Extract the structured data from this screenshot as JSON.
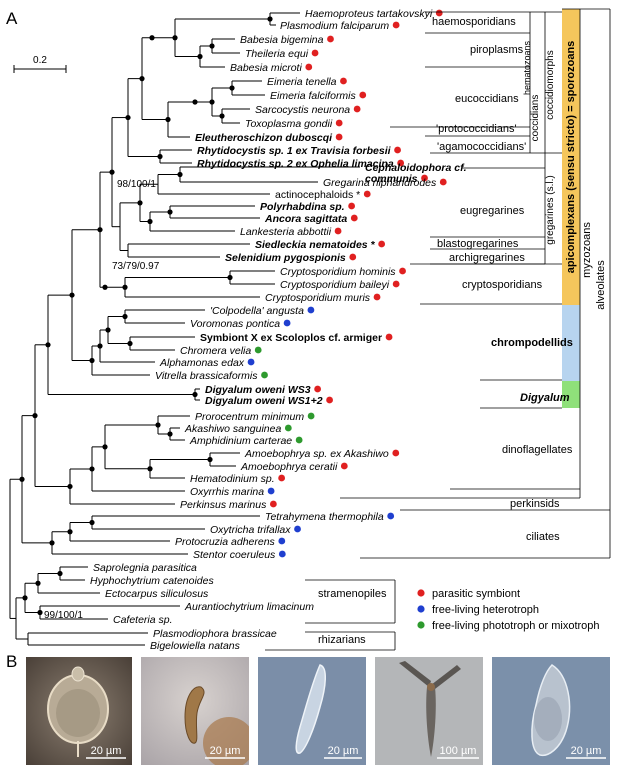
{
  "panels": {
    "a": "A",
    "b": "B"
  },
  "scale_bar": "0.2",
  "support_labels": {
    "s1": "98/100/1",
    "s2": "73/79/0.97",
    "s3": "99/100/1"
  },
  "taxa": [
    {
      "id": "t1",
      "text": "Haemoproteus tartakovskyi",
      "italic": true,
      "bold": false,
      "dot": "#e02020"
    },
    {
      "id": "t2",
      "text": "Plasmodium falciparum",
      "italic": true,
      "bold": false,
      "dot": "#e02020"
    },
    {
      "id": "t3",
      "text": "Babesia bigemina",
      "italic": true,
      "bold": false,
      "dot": "#e02020"
    },
    {
      "id": "t4",
      "text": "Theileria equi",
      "italic": true,
      "bold": false,
      "dot": "#e02020"
    },
    {
      "id": "t5",
      "text": "Babesia microti",
      "italic": true,
      "bold": false,
      "dot": "#e02020"
    },
    {
      "id": "t6",
      "text": "Eimeria tenella",
      "italic": true,
      "bold": false,
      "dot": "#e02020"
    },
    {
      "id": "t7",
      "text": "Eimeria falciformis",
      "italic": true,
      "bold": false,
      "dot": "#e02020"
    },
    {
      "id": "t8",
      "text": "Sarcocystis neurona",
      "italic": true,
      "bold": false,
      "dot": "#e02020"
    },
    {
      "id": "t9",
      "text": "Toxoplasma gondii",
      "italic": true,
      "bold": false,
      "dot": "#e02020"
    },
    {
      "id": "t10",
      "text": "Eleutheroschizon duboscqi",
      "italic": true,
      "bold": true,
      "dot": "#e02020"
    },
    {
      "id": "t11",
      "text": "Rhytidocystis sp. 1 ex Travisia forbesii",
      "italic": true,
      "bold": true,
      "dot": "#e02020"
    },
    {
      "id": "t12",
      "text": "Rhytidocystis sp. 2 ex Ophelia limacina",
      "italic": true,
      "bold": true,
      "dot": "#e02020"
    },
    {
      "id": "t13",
      "text": "Cephaloidophora cf.",
      "italic": true,
      "bold": true,
      "dot": ""
    },
    {
      "id": "t13b",
      "text": "communis",
      "italic": true,
      "bold": true,
      "dot": "#e02020"
    },
    {
      "id": "t14",
      "text": "Gregarina niphandrodes",
      "italic": true,
      "bold": false,
      "dot": "#e02020"
    },
    {
      "id": "t15",
      "text": "actinocephaloids *",
      "italic": false,
      "bold": false,
      "dot": "#e02020"
    },
    {
      "id": "t16",
      "text": "Polyrhabdina sp.",
      "italic": true,
      "bold": true,
      "dot": "#e02020"
    },
    {
      "id": "t17",
      "text": "Ancora sagittata",
      "italic": true,
      "bold": true,
      "dot": "#e02020"
    },
    {
      "id": "t18",
      "text": "Lankesteria abbottii",
      "italic": true,
      "bold": false,
      "dot": "#e02020"
    },
    {
      "id": "t19",
      "text": "Siedleckia nematoides *",
      "italic": true,
      "bold": true,
      "dot": "#e02020"
    },
    {
      "id": "t20",
      "text": "Selenidium pygospionis",
      "italic": true,
      "bold": true,
      "dot": "#e02020"
    },
    {
      "id": "t21",
      "text": "Cryptosporidium hominis",
      "italic": true,
      "bold": false,
      "dot": "#e02020"
    },
    {
      "id": "t22",
      "text": "Cryptosporidium baileyi",
      "italic": true,
      "bold": false,
      "dot": "#e02020"
    },
    {
      "id": "t23",
      "text": "Cryptosporidium muris",
      "italic": true,
      "bold": false,
      "dot": "#e02020"
    },
    {
      "id": "t24",
      "text": "'Colpodella' angusta",
      "italic": true,
      "bold": false,
      "dot": "#1f3fcf"
    },
    {
      "id": "t25",
      "text": "Voromonas pontica",
      "italic": true,
      "bold": false,
      "dot": "#1f3fcf"
    },
    {
      "id": "t26",
      "text": "Symbiont X ex Scoloplos cf. armiger",
      "italic": false,
      "bold": true,
      "dot": "#e02020"
    },
    {
      "id": "t27",
      "text": "Chromera velia",
      "italic": true,
      "bold": false,
      "dot": "#2e9a2e"
    },
    {
      "id": "t28",
      "text": "Alphamonas edax",
      "italic": true,
      "bold": false,
      "dot": "#1f3fcf"
    },
    {
      "id": "t29",
      "text": "Vitrella brassicaformis",
      "italic": true,
      "bold": false,
      "dot": "#2e9a2e"
    },
    {
      "id": "t30",
      "text": "Digyalum oweni WS3",
      "italic": true,
      "bold": true,
      "dot": "#e02020"
    },
    {
      "id": "t31",
      "text": "Digyalum oweni WS1+2",
      "italic": true,
      "bold": true,
      "dot": "#e02020"
    },
    {
      "id": "t32",
      "text": "Prorocentrum minimum",
      "italic": true,
      "bold": false,
      "dot": "#2e9a2e"
    },
    {
      "id": "t33",
      "text": "Akashiwo sanguinea",
      "italic": true,
      "bold": false,
      "dot": "#2e9a2e"
    },
    {
      "id": "t34",
      "text": "Amphidinium carterae",
      "italic": true,
      "bold": false,
      "dot": "#2e9a2e"
    },
    {
      "id": "t35",
      "text": "Amoebophrya sp. ex Akashiwo",
      "italic": true,
      "bold": false,
      "dot": "#e02020"
    },
    {
      "id": "t36",
      "text": "Amoebophrya ceratii",
      "italic": true,
      "bold": false,
      "dot": "#e02020"
    },
    {
      "id": "t37",
      "text": "Hematodinium sp.",
      "italic": true,
      "bold": false,
      "dot": "#e02020"
    },
    {
      "id": "t38",
      "text": "Oxyrrhis marina",
      "italic": true,
      "bold": false,
      "dot": "#1f3fcf"
    },
    {
      "id": "t39",
      "text": "Perkinsus marinus",
      "italic": true,
      "bold": false,
      "dot": "#e02020"
    },
    {
      "id": "t40",
      "text": "Tetrahymena thermophila",
      "italic": true,
      "bold": false,
      "dot": "#1f3fcf"
    },
    {
      "id": "t41",
      "text": "Oxytricha trifallax",
      "italic": true,
      "bold": false,
      "dot": "#1f3fcf"
    },
    {
      "id": "t42",
      "text": "Protocruzia adherens",
      "italic": true,
      "bold": false,
      "dot": "#1f3fcf"
    },
    {
      "id": "t43",
      "text": "Stentor coeruleus",
      "italic": true,
      "bold": false,
      "dot": "#1f3fcf"
    },
    {
      "id": "t44",
      "text": "Saprolegnia parasitica",
      "italic": true,
      "bold": false,
      "dot": ""
    },
    {
      "id": "t45",
      "text": "Hyphochytrium catenoides",
      "italic": true,
      "bold": false,
      "dot": ""
    },
    {
      "id": "t46",
      "text": "Ectocarpus siliculosus",
      "italic": true,
      "bold": false,
      "dot": ""
    },
    {
      "id": "t47",
      "text": "Aurantiochytrium limacinum",
      "italic": true,
      "bold": false,
      "dot": ""
    },
    {
      "id": "t48",
      "text": "Cafeteria sp.",
      "italic": true,
      "bold": false,
      "dot": ""
    },
    {
      "id": "t49",
      "text": "Plasmodiophora brassicae",
      "italic": true,
      "bold": false,
      "dot": ""
    },
    {
      "id": "t50",
      "text": "Bigelowiella natans",
      "italic": true,
      "bold": false,
      "dot": ""
    }
  ],
  "clades": {
    "haemosporidians": "haemosporidians",
    "piroplasms": "piroplasms",
    "eucoccidians": "eucoccidians",
    "protococcidians": "'protococcidians'",
    "agamococcidians": "'agamococcidians'",
    "eugregarines": "eugregarines",
    "blastogregarines": "blastogregarines",
    "archigregarines": "archigregarines",
    "cryptosporidians": "cryptosporidians",
    "chrompodellids": "chrompodellids",
    "digyalum": "Digyalum",
    "dinoflagellates": "dinoflagellates",
    "perkinsids": "perkinsids",
    "ciliates": "ciliates",
    "stramenopiles": "stramenopiles",
    "rhizarians": "rhizarians"
  },
  "vertical_labels": {
    "hematozoans": "hematozoans",
    "coccidians": "coccidians",
    "coccidiomorphs": "coccidiomorphs",
    "gregarines": "gregarines (s.l.)",
    "apicomplexans": "apicomplexans (sensu stricto) = sporozoans",
    "myzozoans": "myzozoans",
    "alveolates": "alveolates"
  },
  "legend": [
    {
      "label": "parasitic symbiont",
      "color": "#e02020"
    },
    {
      "label": "free-living heterotroph",
      "color": "#1f3fcf"
    },
    {
      "label": "free-living phototroph or mixotroph",
      "color": "#2e9a2e"
    }
  ],
  "band_colors": {
    "apicomplexa": "#f5c65c",
    "chrompodellids": "#b7d4ef",
    "digyalum": "#8fe07a"
  },
  "micrographs": [
    {
      "scale": "20 µm"
    },
    {
      "scale": "20 µm"
    },
    {
      "scale": "20 µm"
    },
    {
      "scale": "100 µm"
    },
    {
      "scale": "20 µm"
    }
  ]
}
